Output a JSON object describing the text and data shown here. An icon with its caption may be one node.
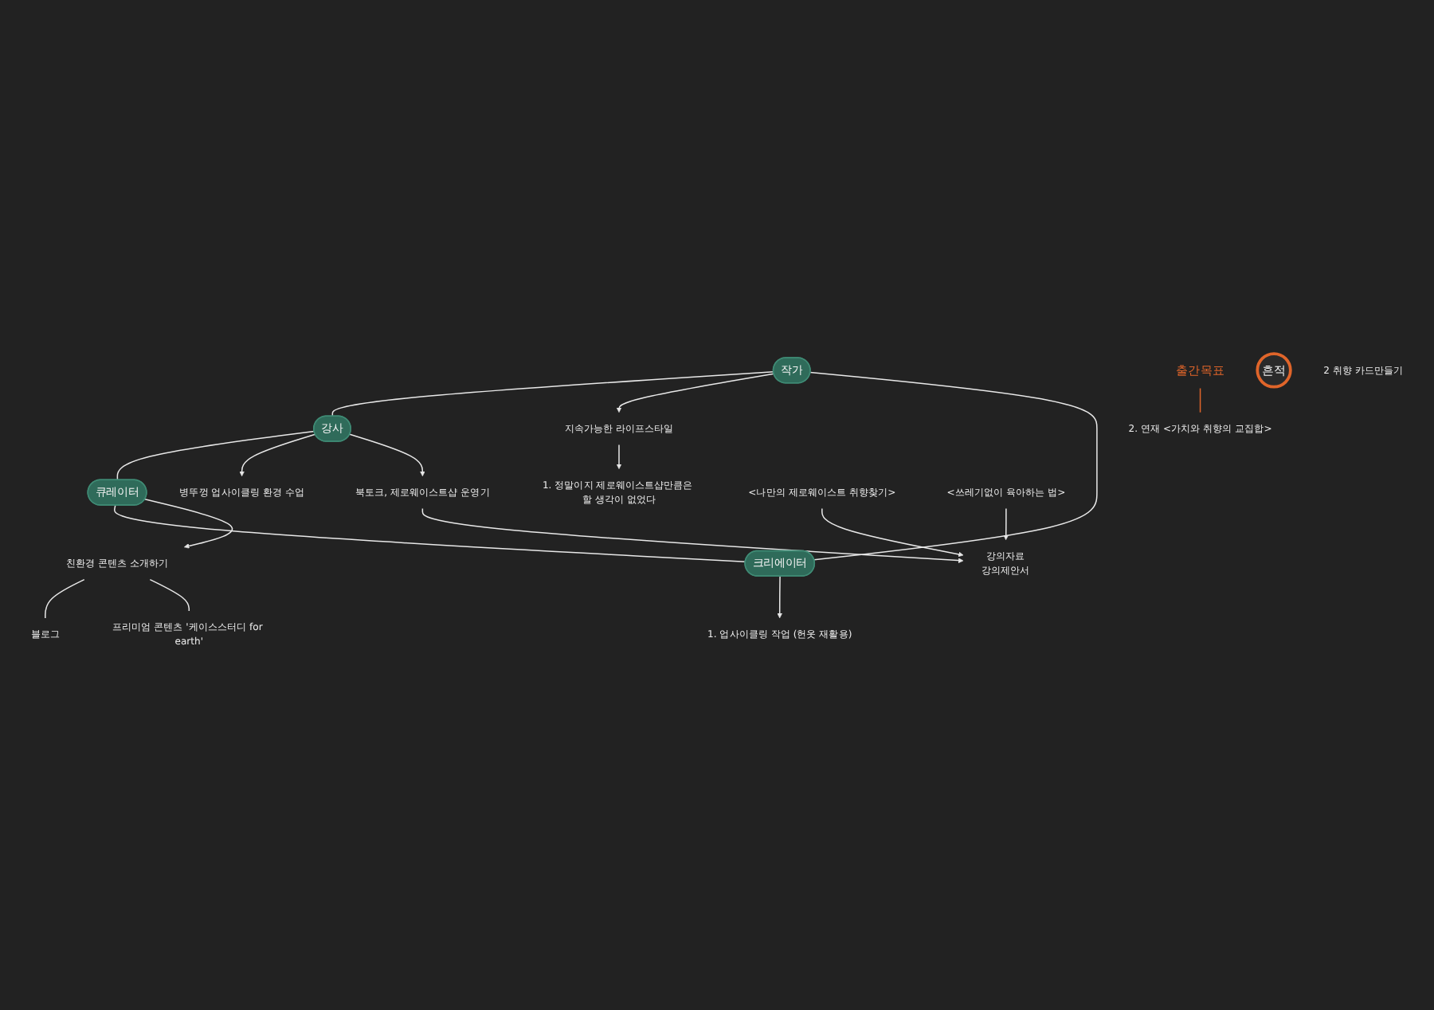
{
  "diagram": {
    "nodes": [
      {
        "text": [
          "흔적"
        ]
      },
      {
        "text": [
          "작가"
        ]
      },
      {
        "text": [
          "크리에이터"
        ]
      },
      {
        "text": [
          "강사"
        ]
      },
      {
        "text": [
          "큐레이터"
        ]
      },
      {
        "text": [
          "지속가능한 라이프스타일"
        ]
      },
      {
        "text": [
          "1. 정말이지 제로웨이스트샵만큼은 할 생각이 없었다"
        ]
      },
      {
        "text": [
          "2. 연재 <가치와 취향의 교집합>"
        ]
      },
      {
        "text": [
          "출간목표"
        ]
      },
      {
        "text": [
          "병뚜껑 업사이클링 환경 수업"
        ]
      },
      {
        "text": [
          "북토크, 제로웨이스트샵 운영기"
        ]
      },
      {
        "text": [
          "<나만의 제로웨이스트 취향찾기>"
        ]
      },
      {
        "text": [
          "<쓰레기없이 육아하는 법>"
        ]
      },
      {
        "text": [
          "강의자료",
          "강의제안서"
        ]
      },
      {
        "text": [
          "1. 업사이클링 작업 (헌옷 재활용)"
        ]
      },
      {
        "text": [
          "2 취향 카드만들기"
        ]
      },
      {
        "text": [
          "친환경 콘텐츠 소개하기"
        ]
      },
      {
        "text": [
          "블로그"
        ]
      },
      {
        "text": [
          "프리미엄 콘텐츠 '케이스스터디 for earth'"
        ]
      }
    ],
    "edges": [
      {
        "from": 1,
        "to": 3,
        "arrow": "none"
      },
      {
        "from": 3,
        "to": 4,
        "arrow": "none"
      },
      {
        "from": 4,
        "to": 2,
        "arrow": "none"
      },
      {
        "from": 2,
        "to": 1,
        "arrow": "none"
      },
      {
        "from": 1,
        "to": 5,
        "arrow": "to"
      },
      {
        "from": 5,
        "to": 6,
        "arrow": "to"
      },
      {
        "from": 8,
        "to": 7,
        "arrow": "none",
        "color": "#e0652a"
      },
      {
        "from": 3,
        "to": 9,
        "arrow": "to"
      },
      {
        "from": 3,
        "to": 10,
        "arrow": "to"
      },
      {
        "from": 10,
        "to": 13,
        "arrow": "to"
      },
      {
        "from": 11,
        "to": 13,
        "arrow": "to"
      },
      {
        "from": 12,
        "to": 13,
        "arrow": "to"
      },
      {
        "from": 2,
        "to": 14,
        "arrow": "to"
      },
      {
        "from": 4,
        "to": 16,
        "arrow": "to"
      },
      {
        "from": 16,
        "to": 17,
        "arrow": "none"
      },
      {
        "from": 16,
        "to": 18,
        "arrow": "none"
      }
    ]
  }
}
